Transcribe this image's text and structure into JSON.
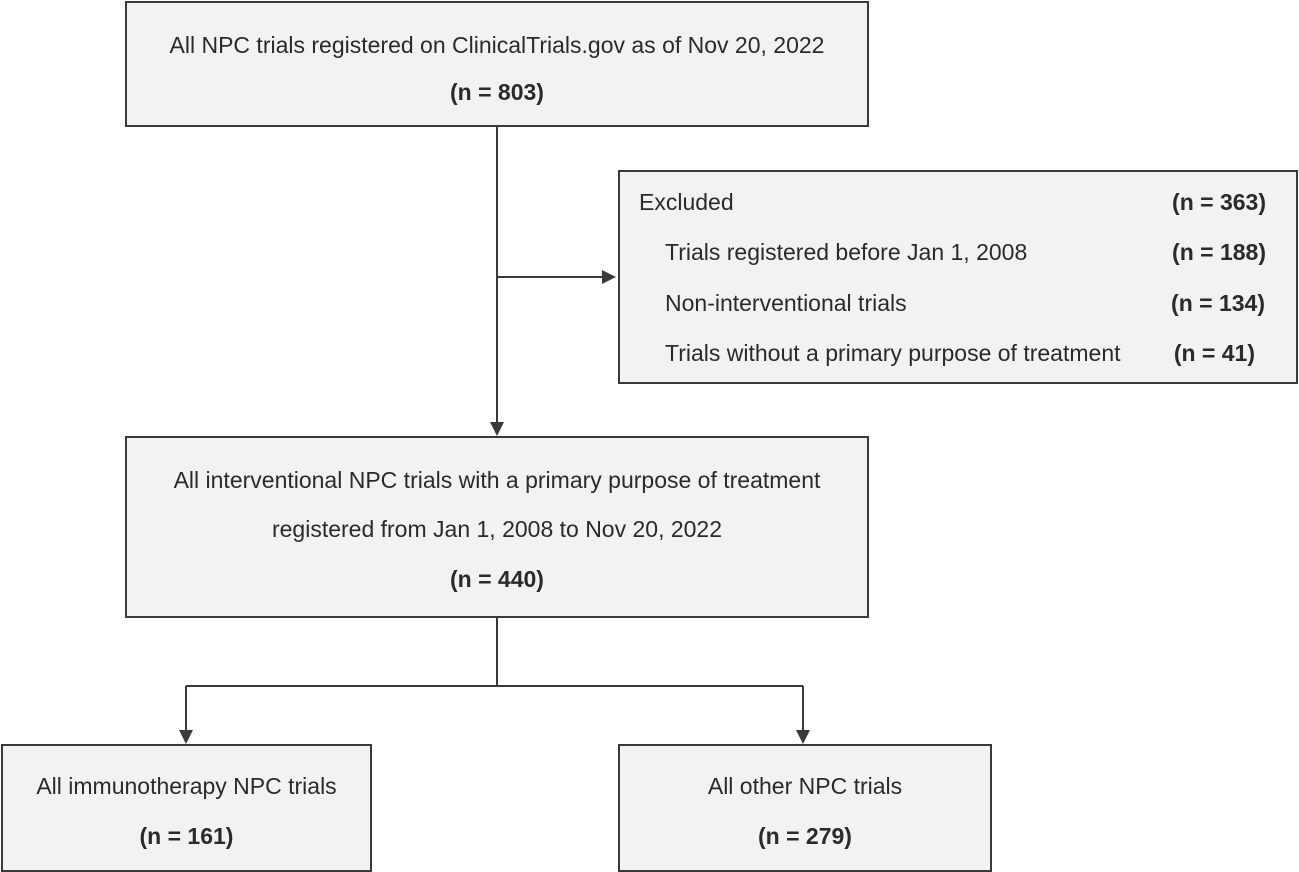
{
  "top_box": {
    "title": "All NPC trials registered on ClinicalTrials.gov as of Nov 20, 2022",
    "count": "(n = 803)"
  },
  "excluded_box": {
    "title": "Excluded",
    "title_count": "(n = 363)",
    "items": [
      {
        "label": "Trials registered before Jan 1, 2008",
        "count": "(n = 188)"
      },
      {
        "label": "Non-interventional trials",
        "count": "(n = 134)"
      },
      {
        "label": "Trials without a primary purpose of treatment",
        "count": "(n = 41)"
      }
    ]
  },
  "middle_box": {
    "line1": "All interventional NPC trials with a primary purpose of treatment",
    "line2": "registered from Jan 1, 2008 to Nov 20, 2022",
    "count": "(n = 440)"
  },
  "left_box": {
    "title": "All immunotherapy NPC trials",
    "count": "(n = 161)"
  },
  "right_box": {
    "title": "All other NPC trials",
    "count": "(n = 279)"
  }
}
